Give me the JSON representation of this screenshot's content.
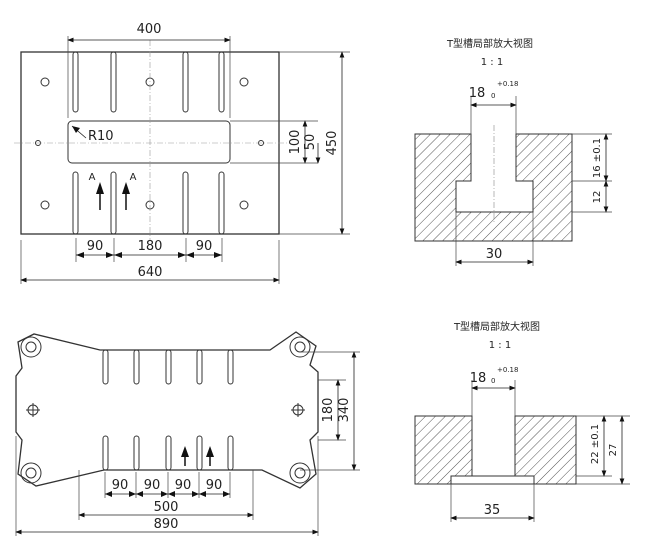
{
  "plan_top": {
    "width": "640",
    "slot_span": "400",
    "height": "450",
    "inner_window": "100",
    "half_window": "50",
    "radius": "R10",
    "pitch": [
      "90",
      "180",
      "90"
    ],
    "section_marks": [
      "A",
      "A"
    ]
  },
  "detail_top": {
    "title": "T型槽局部放大视图",
    "scale": "1 : 1",
    "slot_width": "18",
    "slot_tol": "+0.18",
    "slot_tol_low": "0",
    "head_width": "30",
    "depth_upper": "16 ±0.1",
    "depth_lower": "12"
  },
  "plan_bottom": {
    "pitch": [
      "90",
      "90",
      "90",
      "90"
    ],
    "slot_span": "500",
    "overall": "890",
    "height_inner": "180",
    "height_outer": "340"
  },
  "detail_bottom": {
    "title": "T型槽局部放大视图",
    "scale": "1 : 1",
    "slot_width": "18",
    "slot_tol": "+0.18",
    "slot_tol_low": "0",
    "head_width": "35",
    "depth_upper": "22 ±0.1",
    "depth_lower": "27"
  }
}
